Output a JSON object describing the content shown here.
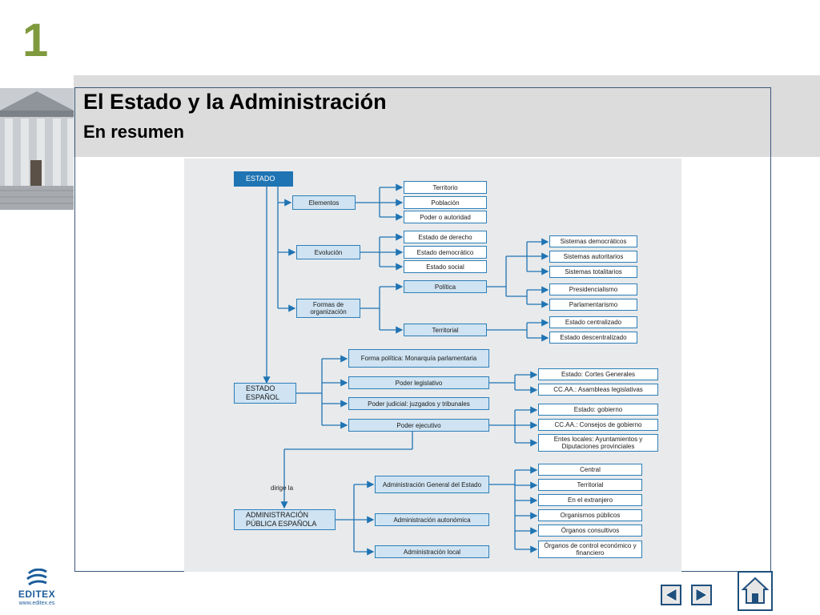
{
  "header": {
    "chapter_number": "1",
    "title": "El Estado y la Administración",
    "subtitle": "En resumen"
  },
  "diagram": {
    "estado": "ESTADO",
    "elementos": "Elementos",
    "territorio": "Territorio",
    "poblacion": "Población",
    "poder_autoridad": "Poder o autoridad",
    "evolucion": "Evolución",
    "estado_derecho": "Estado de derecho",
    "estado_democratico": "Estado democrático",
    "estado_social": "Estado social",
    "formas_organizacion": "Formas de organización",
    "politica": "Política",
    "sistemas_democraticos": "Sistemas democráticos",
    "sistemas_autoritarios": "Sistemas autoritarios",
    "sistemas_totalitarios": "Sistemas totalitarios",
    "presidencialismo": "Presidencialismo",
    "parlamentarismo": "Parlamentarismo",
    "territorial": "Territorial",
    "estado_centralizado": "Estado centralizado",
    "estado_descentralizado": "Estado descentralizado",
    "estado_espanol": "ESTADO ESPAÑOL",
    "forma_politica": "Forma política: Monarquía parlamentaria",
    "poder_legislativo": "Poder legislativo",
    "cortes_generales": "Estado: Cortes Generales",
    "asambleas": "CC.AA.: Asambleas legislativas",
    "poder_judicial": "Poder judicial: juzgados y tribunales",
    "poder_ejecutivo": "Poder ejecutivo",
    "estado_gobierno": "Estado: gobierno",
    "consejos_gobierno": "CC.AA.: Consejos de gobierno",
    "entes_locales": "Entes locales: Ayuntamientos y Diputaciones provinciales",
    "dirige_la": "dirige la",
    "administracion_publica": "ADMINISTRACIÓN PÚBLICA ESPAÑOLA",
    "admin_general": "Administración General del Estado",
    "admin_autonomica": "Administración autonómica",
    "admin_local": "Administración local",
    "central": "Central",
    "territorial_age": "Territorial",
    "extranjero": "En el extranjero",
    "organismos_publicos": "Organismos públicos",
    "organos_consultivos": "Órganos consultivos",
    "organos_control": "Órganos de control económico y financiero"
  },
  "footer": {
    "logo_text": "EDITEX",
    "logo_url": "www.editex.es"
  },
  "icons": {
    "prev": "triangle-left-icon",
    "next": "triangle-right-icon",
    "home": "home-icon"
  },
  "colors": {
    "accent_green": "#7f9a3c",
    "diagram_blue": "#1f74b3",
    "node_fill": "#cfe3f2"
  }
}
